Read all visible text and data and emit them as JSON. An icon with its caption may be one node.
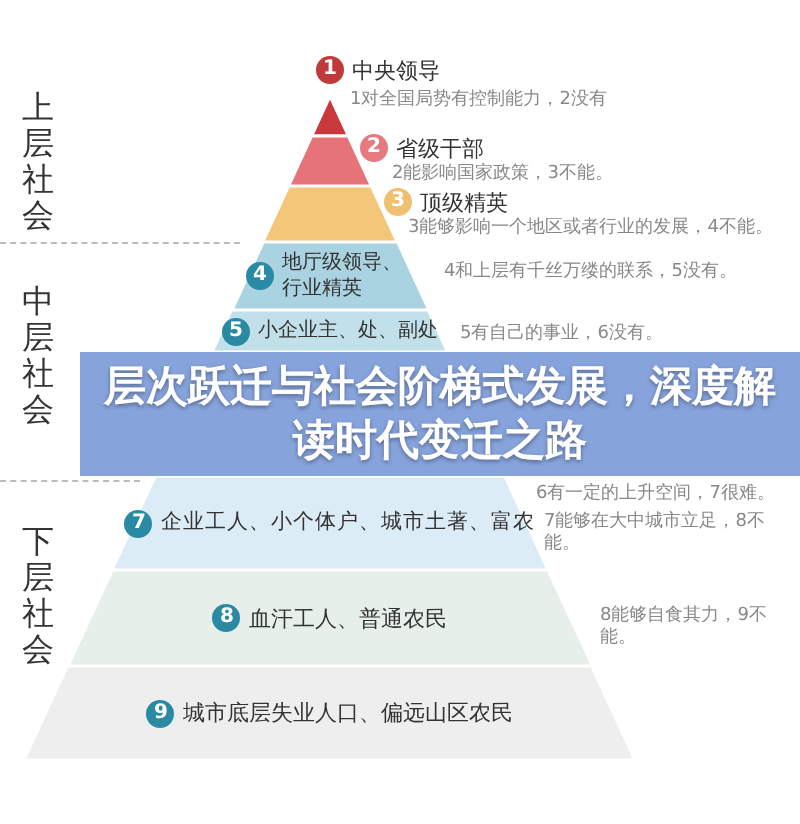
{
  "diagram": {
    "title": "层次跃迁与社会阶梯式发展，深度解读时代变迁之路",
    "nodes": [
      {
        "text": [
          "1",
          "中央领导"
        ],
        "beside": [
          "1对全国局势有控制能力，2没有"
        ]
      },
      {
        "text": [
          "2",
          "省级干部"
        ],
        "beside": [
          "2能影响国家政策，3不能。"
        ]
      },
      {
        "text": [
          "3",
          "顶级精英"
        ],
        "beside": [
          "3能够影响一个地区或者行业的发展，4不能。"
        ]
      },
      {
        "text": [
          "4",
          "地厅级领导、行业精英"
        ],
        "beside": [
          "4和上层有千丝万缕的联系，5没有。"
        ]
      },
      {
        "text": [
          "5",
          "小企业主、处、副处"
        ],
        "beside": [
          "5有自己的事业，6没有。"
        ]
      },
      {
        "text": [
          "7",
          "企业工人、小个体户、城市土著、富农"
        ],
        "beside": [
          "7能够在大中城市立足，8不能。"
        ]
      },
      {
        "text": [
          "8",
          "血汗工人、普通农民"
        ],
        "beside": [
          "8能够自食其力，9不能。"
        ]
      },
      {
        "text": [
          "9",
          "城市底层失业人口、偏远山区农民"
        ]
      }
    ],
    "labels": [
      "上层社会",
      "中层社会",
      "6有一定的上升空间，7很难。",
      "下层社会"
    ]
  }
}
